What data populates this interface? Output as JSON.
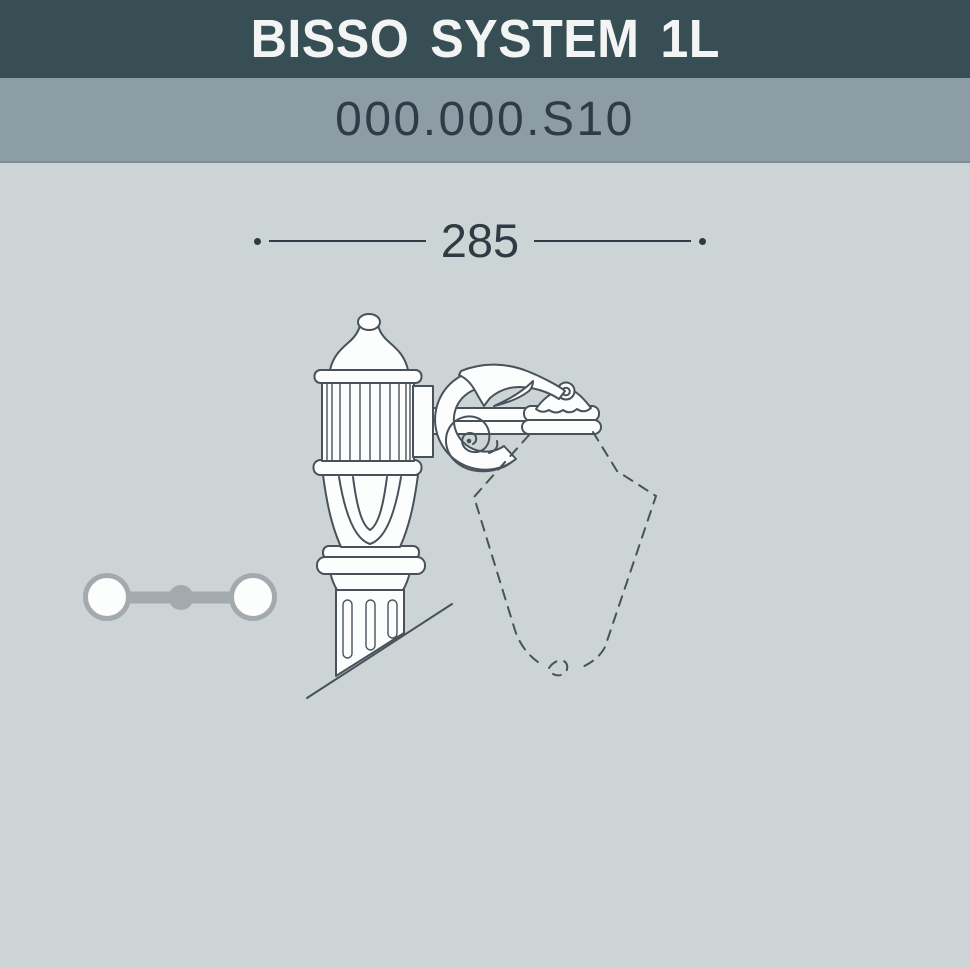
{
  "header": {
    "title": "BISSO SYSTEM 1L"
  },
  "subheader": {
    "product_code": "000.000.S10"
  },
  "diagram": {
    "dimension_label": "285",
    "lantern_outline_style": "dashed",
    "icons": {
      "wall_mount": "wall-mount-span-icon"
    }
  },
  "colors": {
    "header-bg": "#384e55",
    "code-bg": "#8d9da6",
    "main-bg": "#cdd4d5",
    "title-color": "#f3f5f5",
    "code-color": "#2f3b46",
    "dim-color": "#2f3a45",
    "line-art": "#49525a",
    "fill-white": "#fcfdfd",
    "icon-gray": "#a3a9ad"
  }
}
